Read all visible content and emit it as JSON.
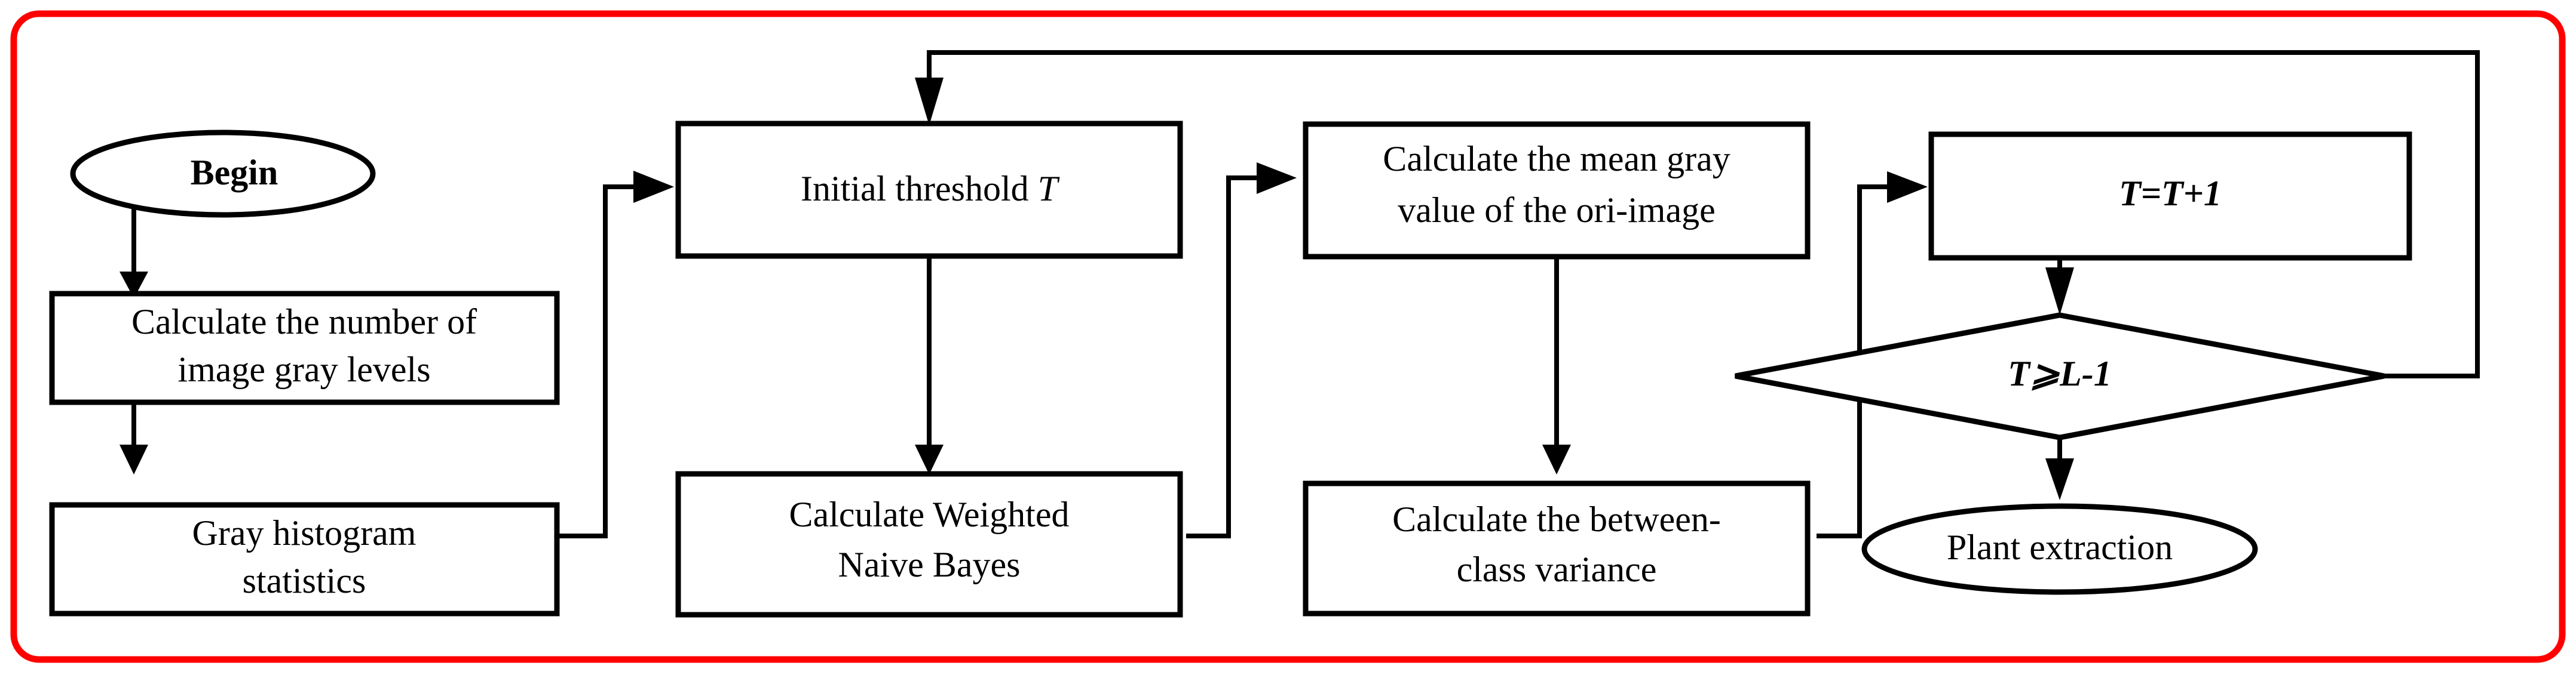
{
  "figure": {
    "kind": "flowchart",
    "title": "Weighted Naive Bayes thresholding plant extraction flowchart",
    "frame_color": "#ff0000",
    "line_color": "#000000",
    "background_color": "#ffffff"
  },
  "nodes": {
    "begin": {
      "shape": "ellipse",
      "label": "Begin",
      "style": "bold"
    },
    "calc_gray_levels": {
      "shape": "rect",
      "line1": "Calculate the number of",
      "line2": "image gray levels"
    },
    "gray_histogram": {
      "shape": "rect",
      "line1": "Gray histogram",
      "line2": "statistics"
    },
    "initial_threshold": {
      "shape": "rect",
      "prefix": "Initial threshold ",
      "symbol": "T"
    },
    "weighted_naive_bayes": {
      "shape": "rect",
      "line1": "Calculate Weighted",
      "line2": "Naive Bayes"
    },
    "mean_gray_value": {
      "shape": "rect",
      "line1": "Calculate the mean gray",
      "line2": "value of the ori-image"
    },
    "between_class_variance": {
      "shape": "rect",
      "line1": "Calculate the between-",
      "line2": "class variance"
    },
    "increment_t": {
      "shape": "rect",
      "label": "T=T+1"
    },
    "decision": {
      "shape": "diamond",
      "label": "T⩾L-1"
    },
    "plant_extraction": {
      "shape": "ellipse",
      "label": "Plant extraction"
    }
  },
  "edges": [
    {
      "id": "begin-to-graylevels",
      "from": "begin",
      "to": "calc_gray_levels",
      "kind": "vertical-arrow"
    },
    {
      "id": "graylevels-to-histogram",
      "from": "calc_gray_levels",
      "to": "gray_histogram",
      "kind": "vertical-arrow"
    },
    {
      "id": "histogram-to-threshold",
      "from": "gray_histogram",
      "to": "initial_threshold",
      "kind": "elbow-right-up-arrow"
    },
    {
      "id": "threshold-to-bayes",
      "from": "initial_threshold",
      "to": "weighted_naive_bayes",
      "kind": "vertical-arrow"
    },
    {
      "id": "bayes-to-meangray",
      "from": "weighted_naive_bayes",
      "to": "mean_gray_value",
      "kind": "elbow-right-up-arrow"
    },
    {
      "id": "meangray-to-variance",
      "from": "mean_gray_value",
      "to": "between_class_variance",
      "kind": "vertical-arrow"
    },
    {
      "id": "variance-to-increment",
      "from": "between_class_variance",
      "to": "increment_t",
      "kind": "elbow-right-up-arrow"
    },
    {
      "id": "increment-to-decision",
      "from": "increment_t",
      "to": "decision",
      "kind": "vertical-arrow"
    },
    {
      "id": "decision-to-plant",
      "from": "decision",
      "to": "plant_extraction",
      "kind": "vertical-arrow"
    },
    {
      "id": "decision-loopback-to-threshold",
      "from": "decision",
      "to": "initial_threshold",
      "kind": "feedback-loop-top-arrow"
    }
  ]
}
